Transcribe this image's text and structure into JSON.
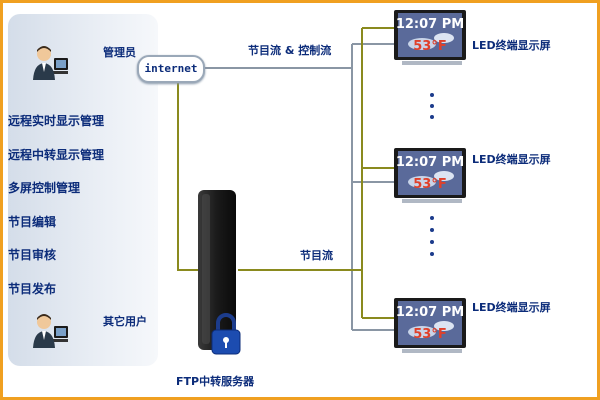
{
  "menu": {
    "items": [
      "远程实时显示管理",
      "远程中转显示管理",
      "多屏控制管理",
      "节目编辑",
      "节目审核",
      "节目发布"
    ]
  },
  "labels": {
    "admin": "管理员",
    "internet": "internet",
    "program_control_flow": "节目流 & 控制流",
    "program_flow": "节目流",
    "other_users": "其它用户",
    "ftp_server": "FTP中转服务器",
    "led_terminals": [
      "LED终端显示屏",
      "LED终端显示屏",
      "LED终端显示屏"
    ]
  },
  "led_screen": {
    "time": "12:07 PM",
    "temp": "53°F"
  },
  "icons": {
    "admin_icon": "user-at-computer-icon",
    "other_user_icon": "user-at-computer-icon",
    "server_icon": "server-tower-icon",
    "lock_icon": "lock-icon",
    "led_icon": "monitor-icon"
  },
  "colors": {
    "line_gray": "#8a96a4",
    "line_olive": "#8a8a1e",
    "label_blue": "#0c2c7a",
    "frame_orange": "#f0a020"
  }
}
